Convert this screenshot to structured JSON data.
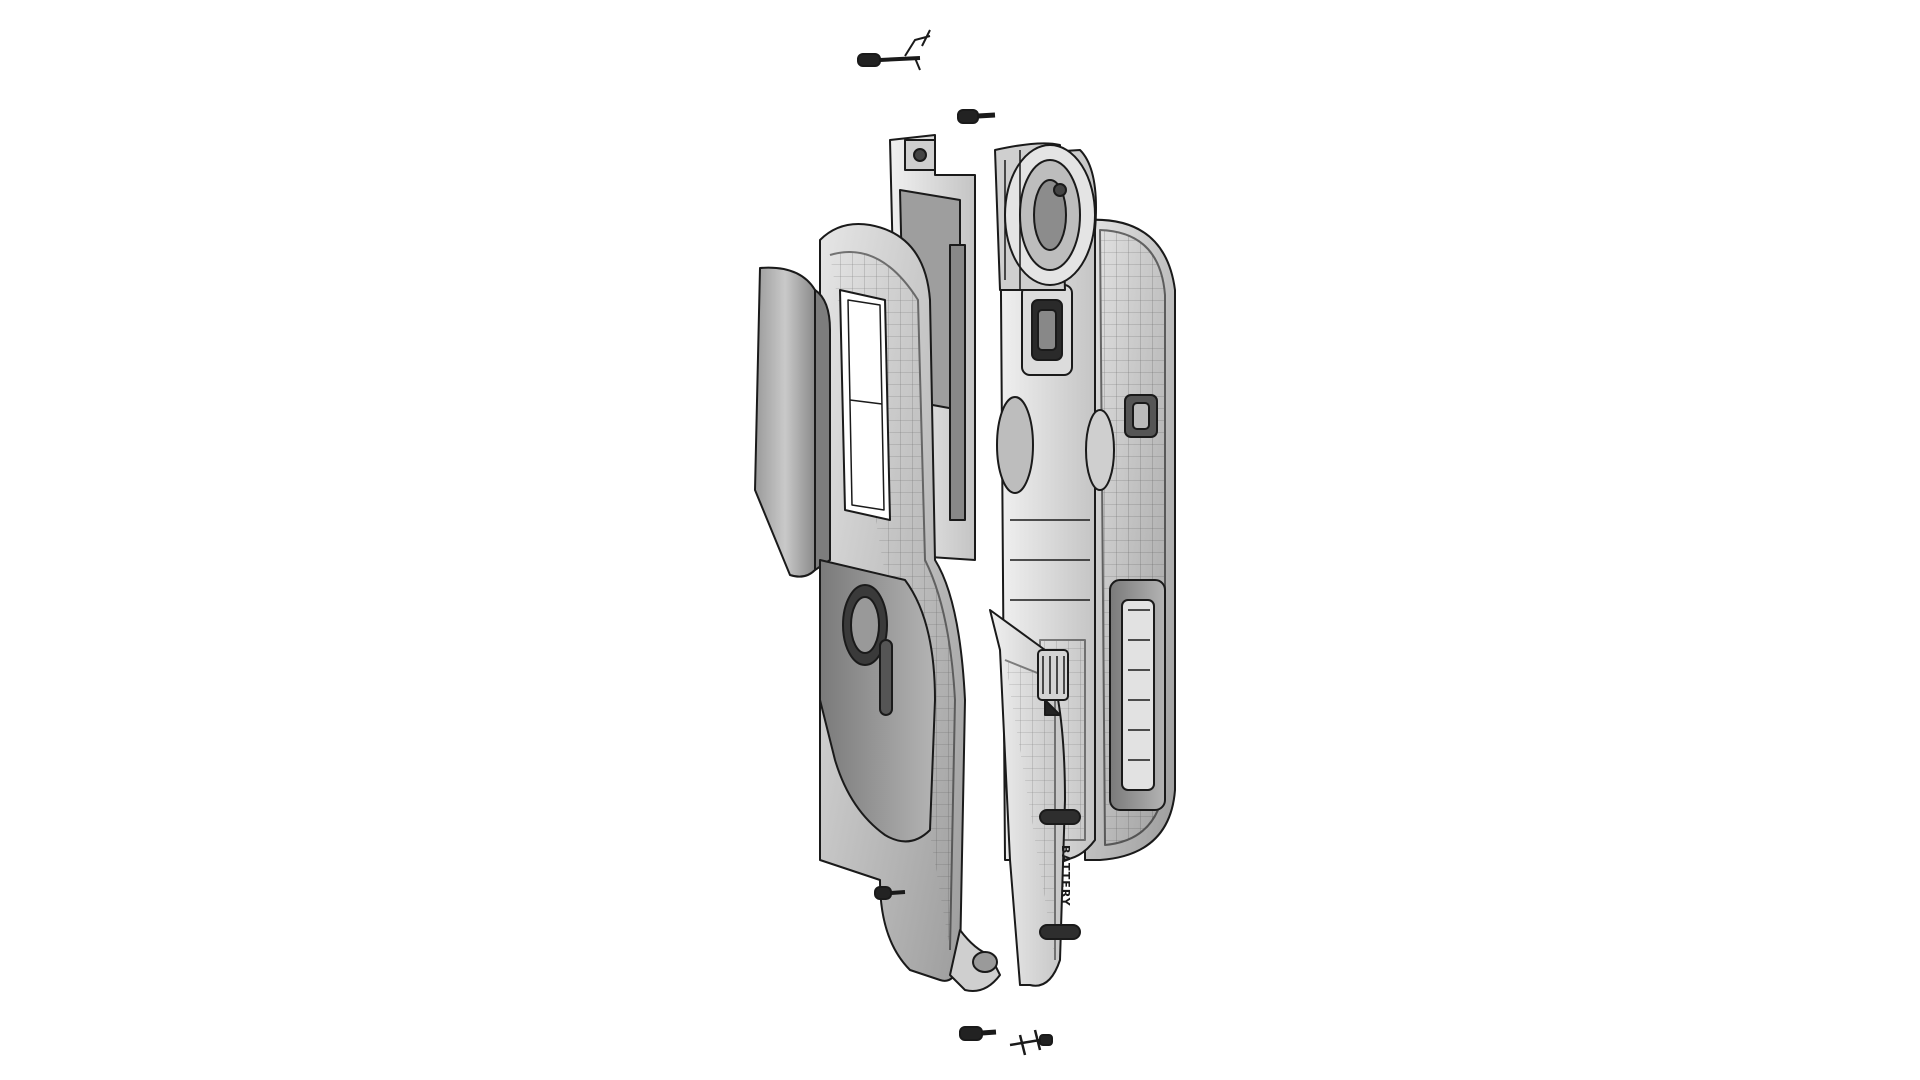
{
  "diagram": {
    "parts": [
      "screw-top-left",
      "screw-top-center",
      "display-bezel-shield",
      "front-frame-shell",
      "lcd-display-module",
      "lens-barrel-assembly",
      "main-chassis",
      "rear-housing-shell",
      "battery-door",
      "battery-compartment",
      "screw-bottom-left",
      "screw-bottom-center",
      "screw-bottom-right"
    ],
    "engraved_text": {
      "battery_label": "BATTERY"
    },
    "colors": {
      "line": "#1a1a1a",
      "shade_light": "#d8d8d8",
      "shade_mid": "#a8a8a8",
      "shade_dark": "#6e6e6e"
    }
  }
}
